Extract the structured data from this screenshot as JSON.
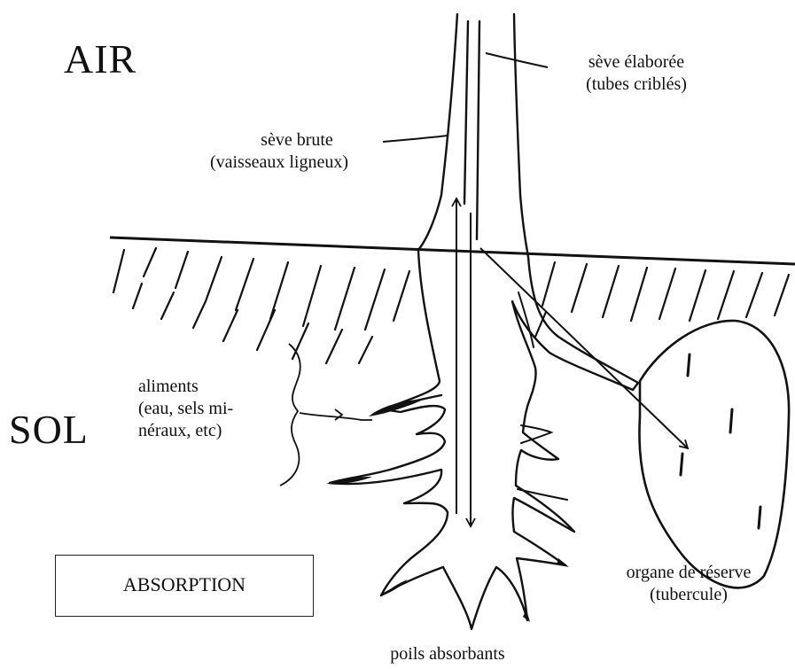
{
  "regions": {
    "air": "AIR",
    "soil": "SOL"
  },
  "labels": {
    "seve_elaboree_1": "sève élaborée",
    "seve_elaboree_2": "(tubes criblés)",
    "seve_brute_1": "sève brute",
    "seve_brute_2": "(vaisseaux ligneux)",
    "aliments_1": "aliments",
    "aliments_2": "(eau, sels mi-",
    "aliments_3": "néraux, etc)",
    "organe_1": "organe de réserve",
    "organe_2": "(tubercule)",
    "poils": "poils absorbants"
  },
  "caption_box": "ABSORPTION",
  "colors": {
    "ink": "#111111",
    "background": "#ffffff"
  }
}
